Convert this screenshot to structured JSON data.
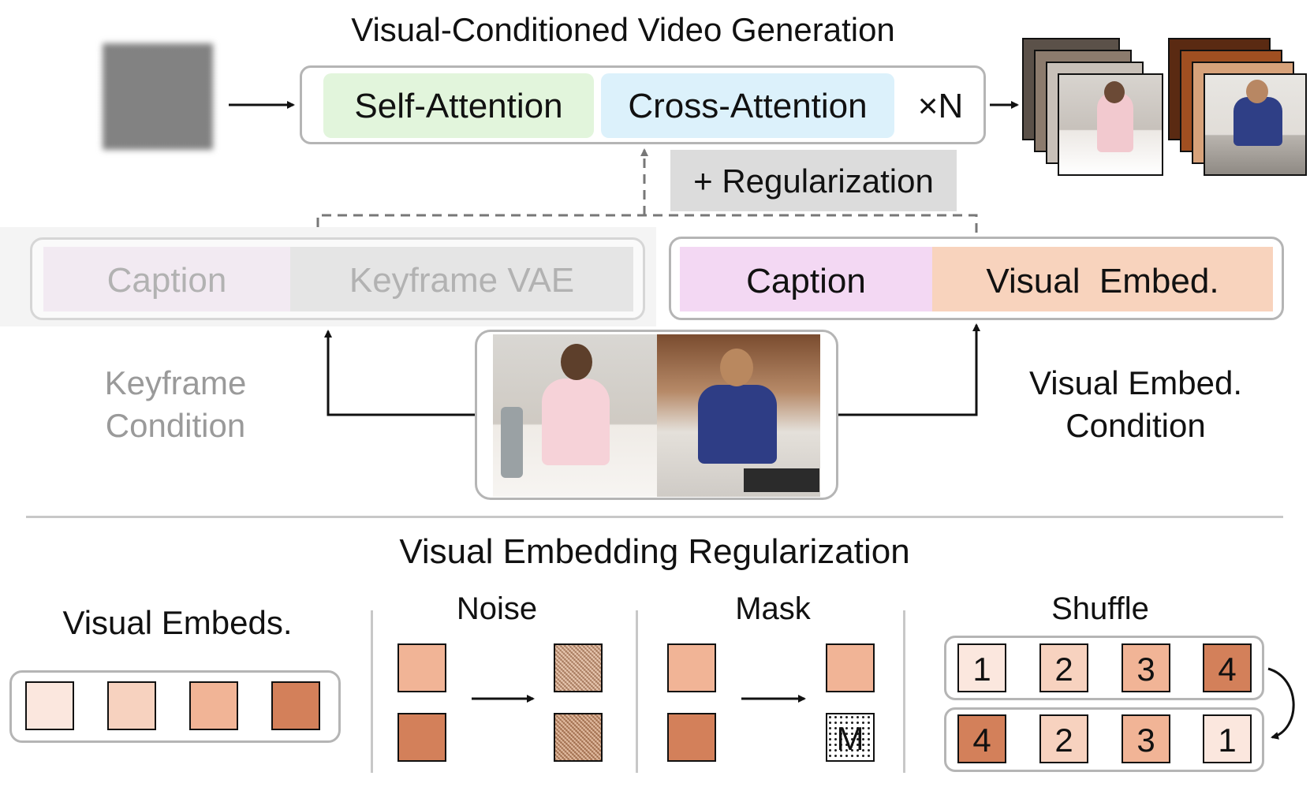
{
  "top": {
    "title": "Visual-Conditioned Video Generation",
    "self_attention": "Self-Attention",
    "cross_attention": "Cross-Attention",
    "times_n": "×N",
    "regularization": "+ Regularization"
  },
  "keyframe_branch": {
    "caption": "Caption",
    "keyframe_vae": "Keyframe VAE",
    "label_line1": "Keyframe",
    "label_line2": "Condition"
  },
  "visual_branch": {
    "caption": "Caption",
    "visual_embed": "Visual  Embed.",
    "label_line1": "Visual Embed.",
    "label_line2": "Condition"
  },
  "bottom": {
    "title": "Visual Embedding Regularization",
    "visual_embeds_label": "Visual Embeds.",
    "noise_label": "Noise",
    "mask_label": "Mask",
    "mask_token": "M",
    "shuffle_label": "Shuffle",
    "shuffle_row1": [
      "1",
      "2",
      "3",
      "4"
    ],
    "shuffle_row2": [
      "4",
      "2",
      "3",
      "1"
    ]
  },
  "colors": {
    "self_attention_bg": "#e2f5dc",
    "cross_attention_bg": "#dcf1fb",
    "caption_bg": "#f3d8f3",
    "visual_embed_bg": "#f8d3bd",
    "regularization_bg": "#dcdcdc",
    "embed_shades": [
      "#fbe7de",
      "#f7d2bf",
      "#f1b496",
      "#d3805a"
    ]
  }
}
